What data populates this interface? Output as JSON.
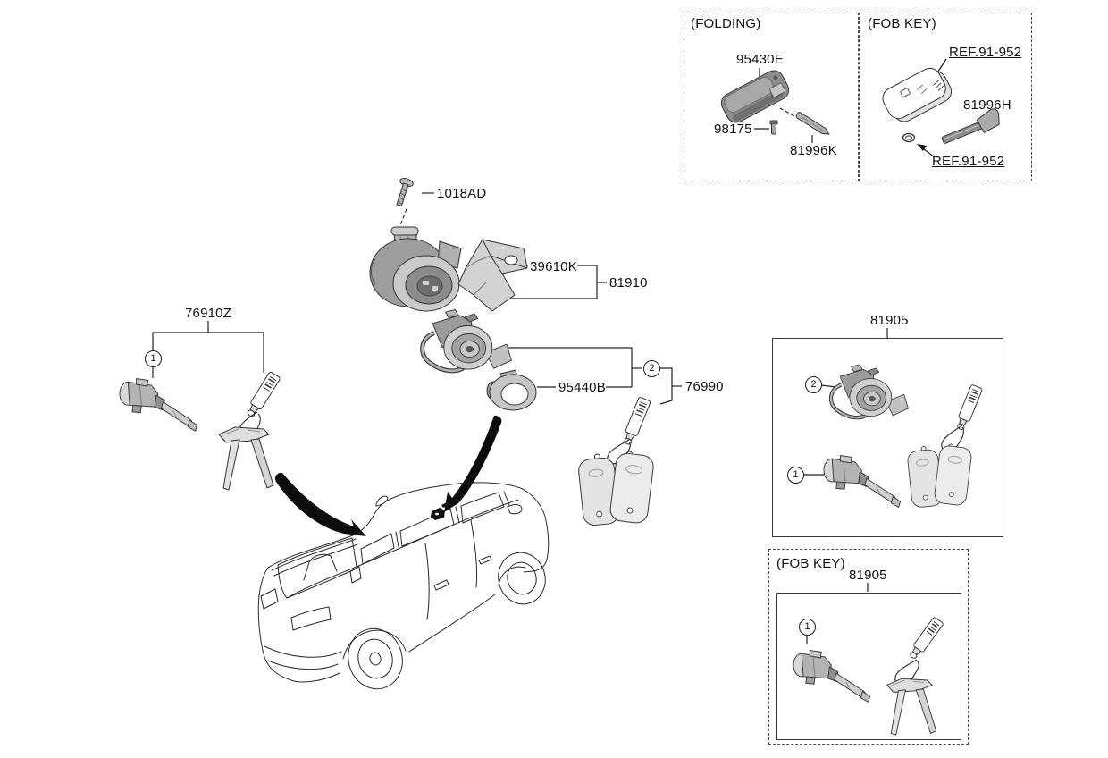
{
  "callouts": {
    "one": "1",
    "two": "2"
  },
  "folding_box": {
    "title": "(FOLDING)",
    "fob": "95430E",
    "pin": "98175",
    "blade": "81996K"
  },
  "fob_key_box": {
    "title": "(FOB KEY)",
    "ref_top": "REF.91-952",
    "blade": "81996H",
    "ref_bottom": "REF.91-952"
  },
  "main_assembly": {
    "screw": "1018AD",
    "bracket": "39610K",
    "ignition_lock_assembly": "81910",
    "antenna_ring": "95440B",
    "ignition_key_set": "76990",
    "door_lock_set": "76910Z"
  },
  "kit_box": {
    "part": "81905"
  },
  "fob_key_kit_box": {
    "title": "(FOB KEY)",
    "part": "81905"
  },
  "colors": {
    "line": "#222222",
    "part_light": "#d9d9d9",
    "part_mid": "#a9a9a9",
    "part_dark": "#6f6f6f"
  }
}
